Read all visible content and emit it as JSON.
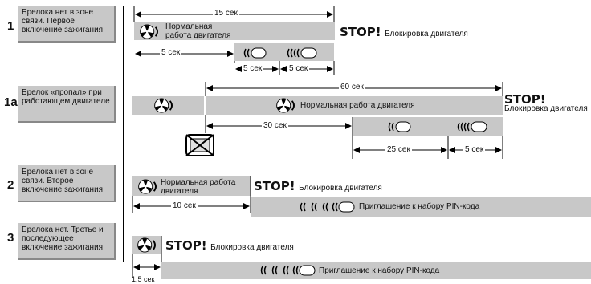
{
  "rows": [
    {
      "number": "1",
      "scenario": "Брелока нет в зоне связи. Первое включение зажигания",
      "bar_text": "Нормальная работа двигателя",
      "stop": "STOP!",
      "stop_text": "Блокировка двигателя",
      "dims": [
        "15 сек",
        "5 сек",
        "5 сек",
        "5 сек"
      ]
    },
    {
      "number": "1a",
      "scenario": "Брелок «пропал» при работающем двигателе",
      "bar_text": "Нормальная работа двигателя",
      "stop": "STOP!",
      "stop_text": "Блокировка двигателя",
      "dims": [
        "60 сек",
        "30 сек",
        "25 сек",
        "5 сек"
      ]
    },
    {
      "number": "2",
      "scenario": "Брелока нет в зоне связи. Второе включение зажигания",
      "bar_text": "Нормальная работа двигателя",
      "stop": "STOP!",
      "stop_text": "Блокировка двигателя",
      "dims": [
        "10 сек"
      ],
      "pin_text": "Приглашение к набору PIN-кода"
    },
    {
      "number": "3",
      "scenario": "Брелока нет. Третье и последующее включение зажигания",
      "stop": "STOP!",
      "stop_text": "Блокировка двигателя",
      "dims": [
        "1,5 сек"
      ],
      "pin_text": "Приглашение к набору PIN-кода"
    }
  ]
}
